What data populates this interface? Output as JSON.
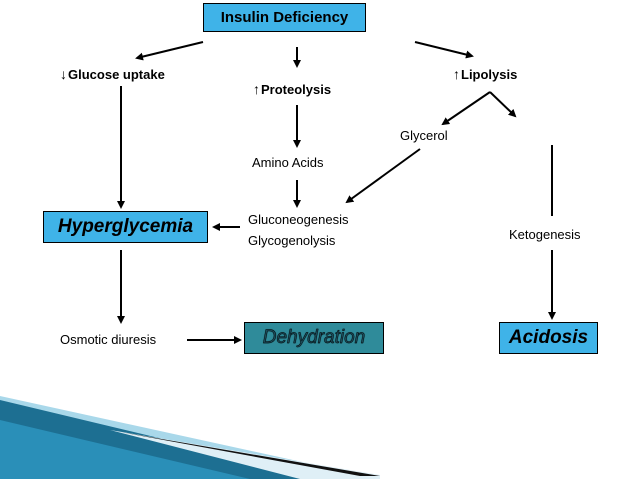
{
  "diagram": {
    "title": "Insulin Deficiency",
    "glucose_uptake": "Glucose uptake",
    "proteolysis": "Proteolysis",
    "lipolysis": "Lipolysis",
    "glycerol": "Glycerol",
    "amino_acids": "Amino Acids",
    "hyperglycemia": "Hyperglycemia",
    "gluconeogenesis": "Gluconeogenesis",
    "glycogenolysis": "Glycogenolysis",
    "ketogenesis": "Ketogenesis",
    "osmotic_diuresis": "Osmotic diuresis",
    "dehydration": "Dehydration",
    "acidosis": "Acidosis",
    "arrow_up": "↑",
    "arrow_down": "↓"
  },
  "colors": {
    "box_blue": "#3fb3e8",
    "box_teal": "#2f8b9a",
    "deco_dark": "#1d6f92",
    "deco_light": "#a9d8ea"
  }
}
